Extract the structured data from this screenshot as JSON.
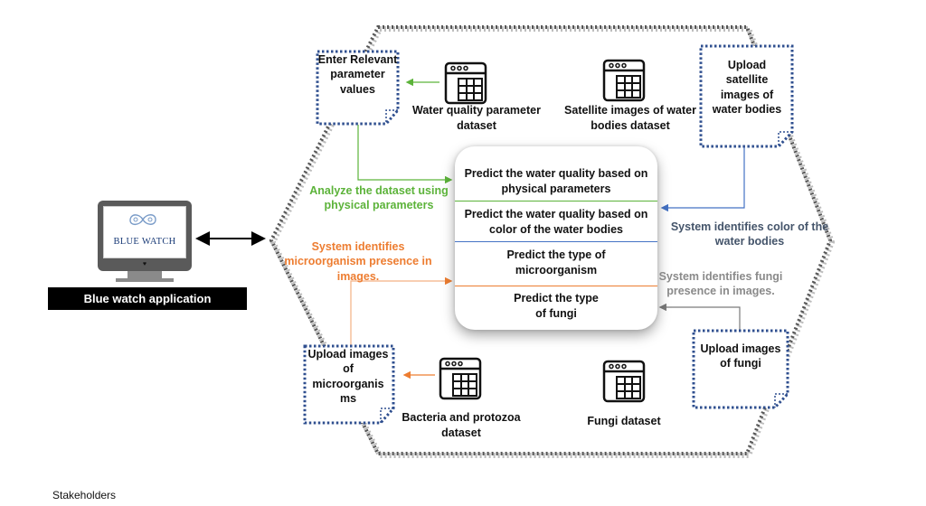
{
  "app": {
    "label": "Blue watch application",
    "logo_text": "BLUE WATCH"
  },
  "notes": {
    "enter_params": "Enter Relevant parameter values",
    "upload_satellite": "Upload satellite images of water bodies",
    "upload_micro": "Upload images of microorganis ms",
    "upload_fungi": "Upload images of fungi"
  },
  "datasets": {
    "water_quality": "Water quality parameter dataset",
    "satellite": "Satellite images of water bodies dataset",
    "bacteria": "Bacteria and protozoa dataset",
    "fungi": "Fungi dataset"
  },
  "predictions": [
    "Predict the water quality based on physical parameters",
    "Predict the water quality based on  color of the water bodies",
    "Predict the type of microorganism",
    "Predict the type of fungi"
  ],
  "flows": {
    "analyze": "Analyze the dataset using physical parameters",
    "color": "System identifies color of the water bodies",
    "micro": "System identifies microorganism presence in images.",
    "fungi_presence": "System identifies fungi presence in images."
  },
  "colors": {
    "green": "#5cb33a",
    "blue": "#4472c4",
    "orange": "#ed7d31",
    "gray": "#8a8a8a",
    "note_border": "#2f4f8f"
  },
  "footer": "Stakeholders"
}
